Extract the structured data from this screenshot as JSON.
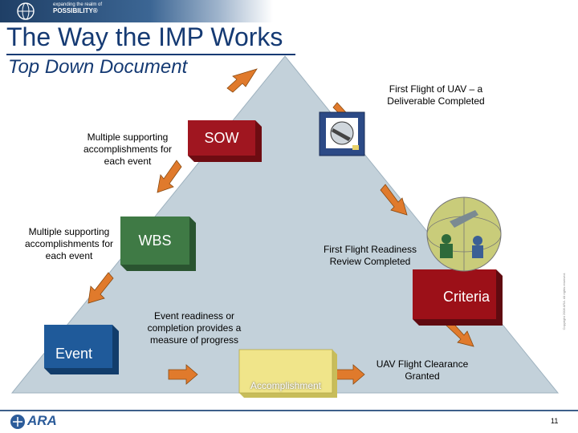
{
  "header": {
    "tagline_top": "expanding the realm of",
    "tagline_brand": "POSSIBILITY®"
  },
  "slide": {
    "title": "The Way the IMP Works",
    "subtitle": "Top Down Document"
  },
  "labels": {
    "first_flight": "First Flight of UAV – a Deliverable Completed",
    "multi_support_1": "Multiple supporting accomplishments for each event",
    "multi_support_2": "Multiple supporting accomplishments for each event",
    "sow": "SOW",
    "wbs": "WBS",
    "ffr_review": "First Flight Readiness Review Completed",
    "criteria": "Criteria",
    "event_readiness": "Event readiness or completion provides a measure of progress",
    "event": "Event",
    "accomplishment": "Accomplishment",
    "uav_clearance": "UAV Flight Clearance Granted"
  },
  "footer": {
    "logo_text": "ARA",
    "page_number": "11",
    "copyright": "Copyright 2008 ARA. All rights reserved."
  },
  "colors": {
    "title_blue": "#153a73",
    "pyramid_fill": "#c3d1da",
    "arrow_orange": "#e07a2c",
    "sow_red": "#a01620",
    "wbs_green": "#3f7a45",
    "criteria_red": "#9c1018",
    "event_blue": "#1f5a9a",
    "accomplishment_yellow": "#f0e58a"
  }
}
